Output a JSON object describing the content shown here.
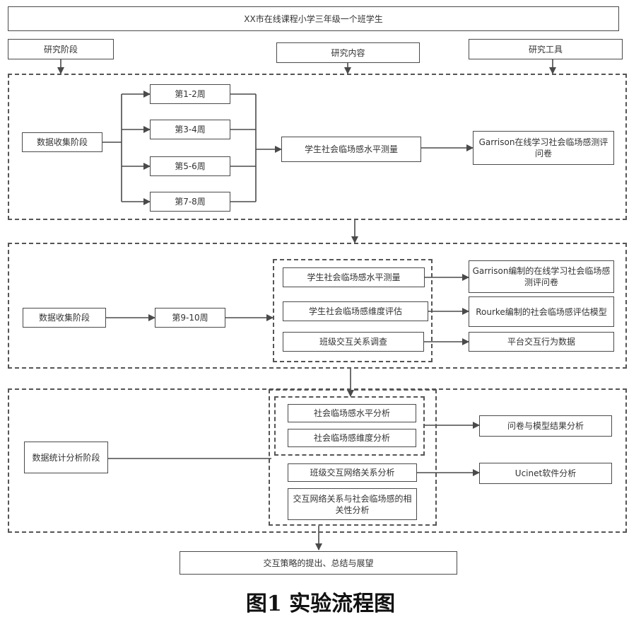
{
  "header": {
    "title": "XX市在线课程小学三年级一个班学生"
  },
  "columns": {
    "stage": "研究阶段",
    "content": "研究内容",
    "tool": "研究工具"
  },
  "section1": {
    "stage": "数据收集阶段",
    "weeks": [
      "第1-2周",
      "第3-4周",
      "第5-6周",
      "第7-8周"
    ],
    "content": "学生社会临场感水平测量",
    "tool": "Garrison在线学习社会临场感测评问卷"
  },
  "section2": {
    "stage": "数据收集阶段",
    "week": "第9-10周",
    "contents": [
      "学生社会临场感水平测量",
      "学生社会临场感维度评估",
      "班级交互关系调查"
    ],
    "tools": [
      "Garrison编制的在线学习社会临场感测评问卷",
      "Rourke编制的社会临场感评估模型",
      "平台交互行为数据"
    ]
  },
  "section3": {
    "stage": "数据统计分析阶段",
    "contents": [
      "社会临场感水平分析",
      "社会临场感维度分析",
      "班级交互网络关系分析",
      "交互网络关系与社会临场感的相关性分析"
    ],
    "tools": [
      "问卷与模型结果分析",
      "Ucinet软件分析"
    ]
  },
  "footer": {
    "conclusion": "交互策略的提出、总结与展望"
  },
  "caption": "图1  实验流程图"
}
